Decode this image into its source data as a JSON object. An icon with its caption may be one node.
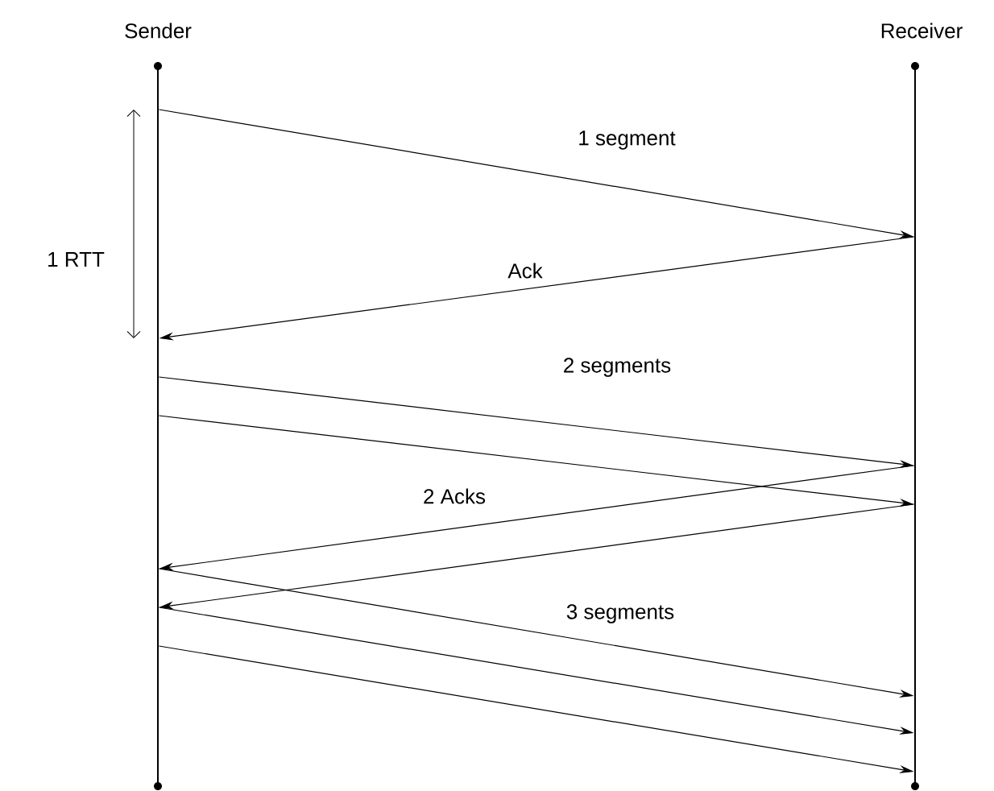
{
  "diagram": {
    "nodes": [
      {
        "text": [
          "Sender"
        ]
      },
      {
        "text": [
          "Receiver"
        ]
      }
    ],
    "edges": [
      {
        "from": 0,
        "to": 1,
        "arrow": "to",
        "label": "1 segment"
      },
      {
        "from": 1,
        "to": 0,
        "arrow": "to",
        "label": "Ack"
      },
      {
        "from": 0,
        "to": 1,
        "arrow": "to",
        "label": "2 segments"
      },
      {
        "from": 0,
        "to": 1,
        "arrow": "to"
      },
      {
        "from": 1,
        "to": 0,
        "arrow": "to",
        "label": "2 Acks"
      },
      {
        "from": 1,
        "to": 0,
        "arrow": "to"
      },
      {
        "from": 0,
        "to": 1,
        "arrow": "to",
        "label": "3 segments"
      },
      {
        "from": 0,
        "to": 1,
        "arrow": "to"
      },
      {
        "from": 0,
        "to": 1,
        "arrow": "to"
      }
    ],
    "labels": [
      "1 RTT"
    ]
  }
}
